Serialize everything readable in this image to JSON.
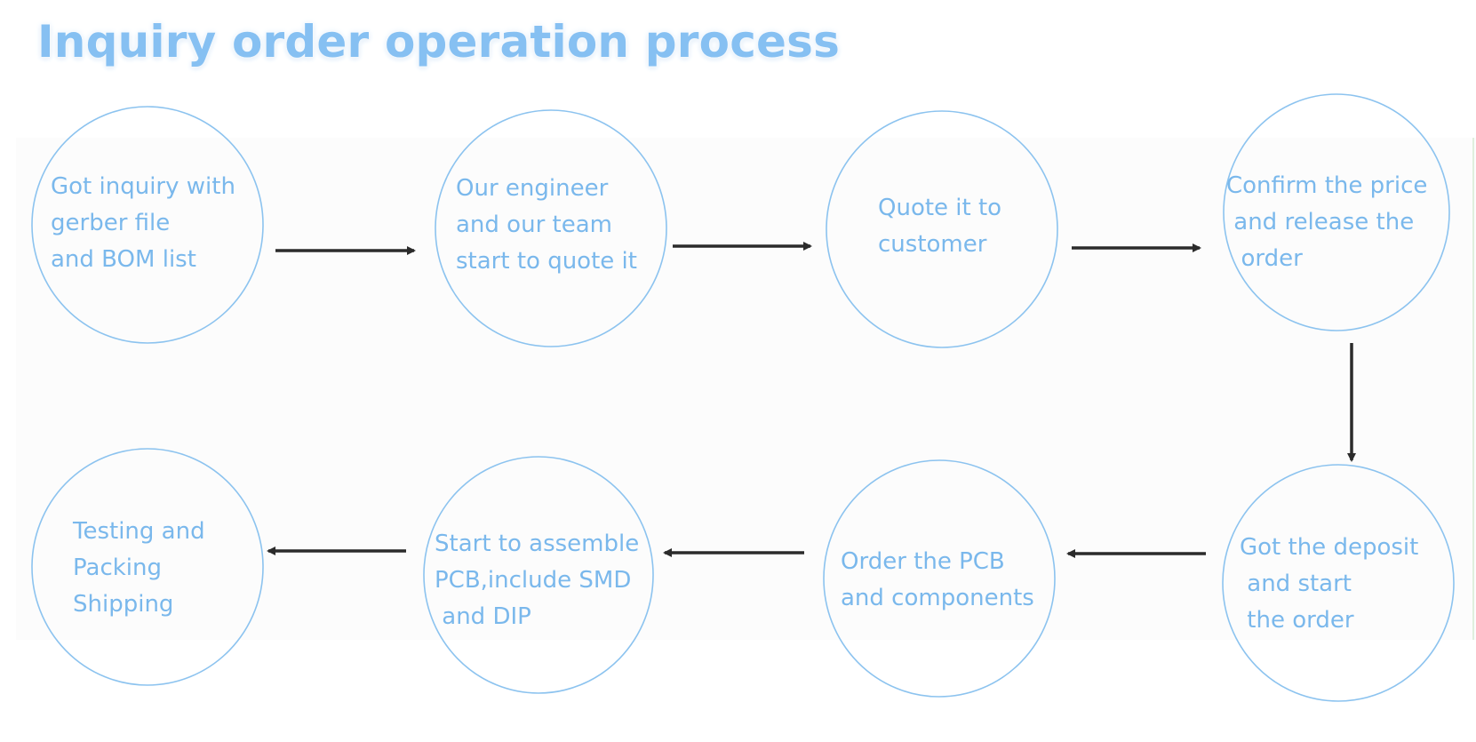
{
  "title": "Inquiry order operation process",
  "colors": {
    "title": "#86c0f2",
    "circle_stroke": "#8cc3ef",
    "node_text": "#7ab8ec",
    "arrow": "#2b2b2b"
  },
  "steps": [
    {
      "order": 1,
      "lines": [
        "Got inquiry with",
        "gerber file",
        "and BOM list"
      ]
    },
    {
      "order": 2,
      "lines": [
        "Our engineer",
        "and our team",
        "start to quote it"
      ]
    },
    {
      "order": 3,
      "lines": [
        "Quote it to",
        "customer"
      ]
    },
    {
      "order": 4,
      "lines": [
        "Confirm the price",
        " and release the",
        "  order"
      ]
    },
    {
      "order": 5,
      "lines": [
        "Got the deposit",
        " and start",
        " the order"
      ]
    },
    {
      "order": 6,
      "lines": [
        "Order the PCB",
        "and components"
      ]
    },
    {
      "order": 7,
      "lines": [
        "Start to assemble",
        "PCB,include SMD",
        " and DIP"
      ]
    },
    {
      "order": 8,
      "lines": [
        "Testing and",
        "Packing",
        "Shipping"
      ]
    }
  ],
  "connections": [
    {
      "from": 1,
      "to": 2,
      "direction": "right"
    },
    {
      "from": 2,
      "to": 3,
      "direction": "right"
    },
    {
      "from": 3,
      "to": 4,
      "direction": "right"
    },
    {
      "from": 4,
      "to": 5,
      "direction": "down"
    },
    {
      "from": 5,
      "to": 6,
      "direction": "left"
    },
    {
      "from": 6,
      "to": 7,
      "direction": "left"
    },
    {
      "from": 7,
      "to": 8,
      "direction": "left"
    }
  ]
}
